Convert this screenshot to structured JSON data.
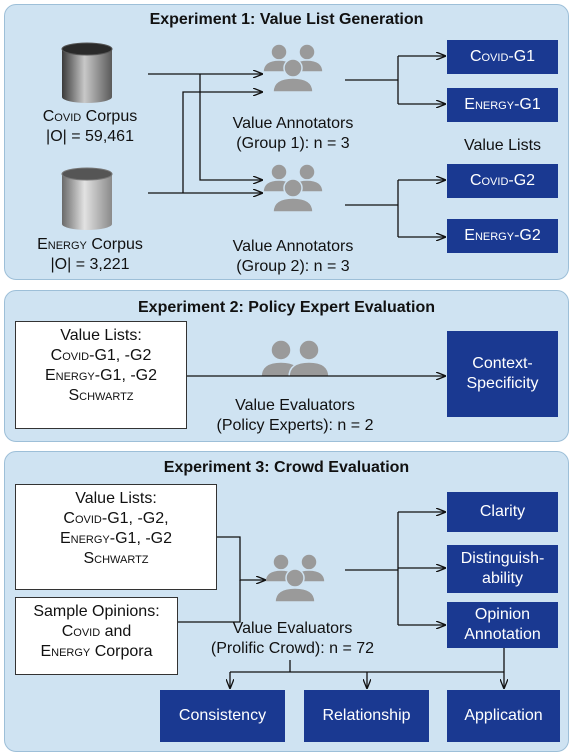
{
  "exp1": {
    "title": "Experiment 1: Value List Generation",
    "covid_corpus": {
      "name": "Covid",
      "suffix": " Corpus",
      "count": "|O| = 59,461"
    },
    "energy_corpus": {
      "name": "Energy",
      "suffix": " Corpus",
      "count": "|O| = 3,221"
    },
    "group1": {
      "line1": "Value Annotators",
      "line2": "(Group 1): n = 3"
    },
    "group2": {
      "line1": "Value Annotators",
      "line2": "(Group 2): n = 3"
    },
    "value_lists_label": "Value Lists",
    "outputs": {
      "covid_g1": {
        "name": "Covid",
        "suffix": "-G1"
      },
      "energy_g1": {
        "name": "Energy",
        "suffix": "-G1"
      },
      "covid_g2": {
        "name": "Covid",
        "suffix": "-G2"
      },
      "energy_g2": {
        "name": "Energy",
        "suffix": "-G2"
      }
    }
  },
  "exp2": {
    "title": "Experiment 2: Policy Expert Evaluation",
    "lists": {
      "heading": "Value Lists:",
      "covid": "Covid",
      "covid_suffix": "-G1, -G2",
      "energy": "Energy",
      "energy_suffix": "-G1, -G2",
      "schwartz": "Schwartz"
    },
    "evaluators": {
      "line1": "Value Evaluators",
      "line2": "(Policy Experts): n = 2"
    },
    "output": {
      "line1": "Context-",
      "line2": "Specificity"
    }
  },
  "exp3": {
    "title": "Experiment 3: Crowd Evaluation",
    "lists": {
      "heading": "Value Lists:",
      "covid": "Covid",
      "covid_suffix": "-G1, -G2,",
      "energy": "Energy",
      "energy_suffix": "-G1, -G2",
      "schwartz": "Schwartz"
    },
    "opinions": {
      "heading": "Sample Opinions:",
      "covid": "Covid",
      "and": " and",
      "energy": "Energy",
      "corpora": " Corpora"
    },
    "evaluators": {
      "line1": "Value Evaluators",
      "line2": "(Prolific Crowd): n = 72"
    },
    "right_outputs": {
      "clarity": "Clarity",
      "distinguish_line1": "Distinguish-",
      "distinguish_line2": "ability",
      "opinion_line1": "Opinion",
      "opinion_line2": "Annotation"
    },
    "bottom_outputs": {
      "consistency": "Consistency",
      "relationship": "Relationship",
      "application": "Application"
    }
  },
  "colors": {
    "panel_bg": "#cfe3f2",
    "box_blue": "#1a3991",
    "icon_gray": "#9a9a9a"
  },
  "icons": {
    "corpus": "database-cylinder-icon",
    "group": "people-group-icon"
  }
}
